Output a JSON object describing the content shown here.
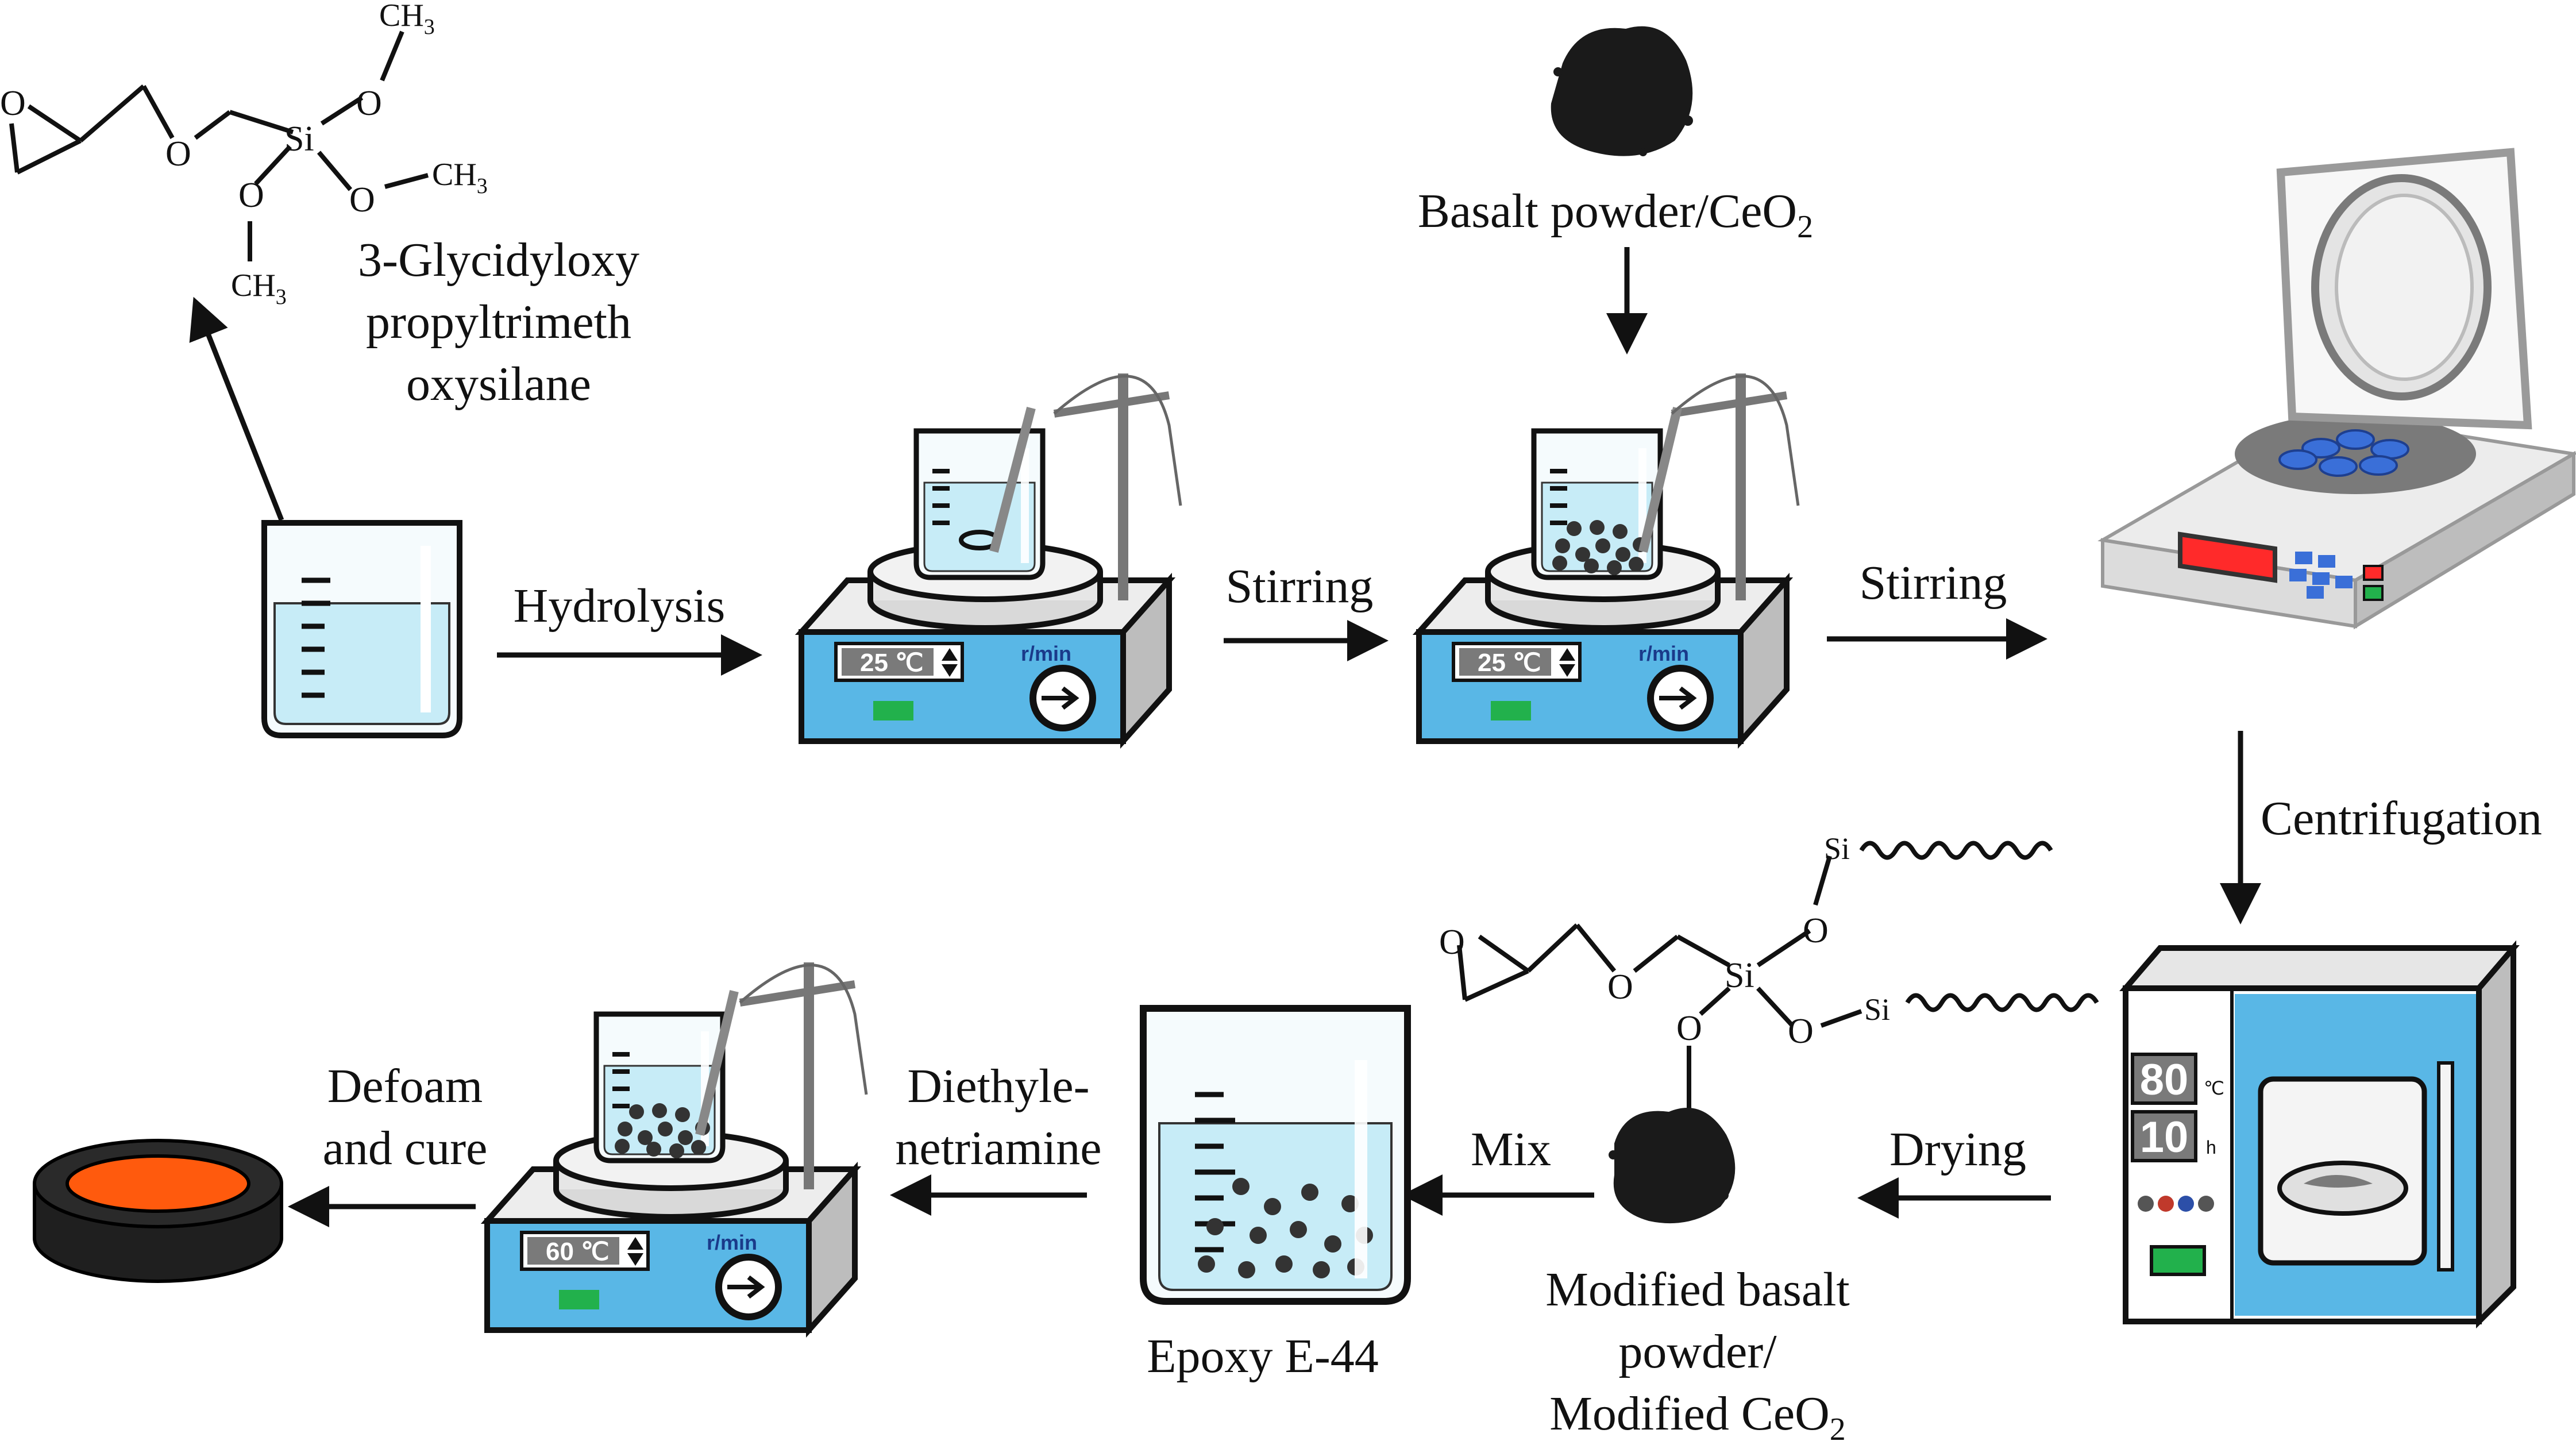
{
  "colors": {
    "liquid": "#c7ecf7",
    "panel": "#59b7e6",
    "display": "#7a7a7a",
    "particle": "#333333",
    "powder": "#1a1a1a",
    "mold_fill": "#ff5a0d",
    "led_green": "#22b14c",
    "centrifuge_screen": "#ff2a2a",
    "centrifuge_keys": "#3a6fd8"
  },
  "silane": {
    "name_lines": [
      "3-Glycidyloxy",
      "propyltrimeth",
      "oxysilane"
    ],
    "atoms": {
      "o": "O",
      "si": "Si",
      "ch3": "CH",
      "ch3_sub": "3"
    }
  },
  "steps": {
    "hydrolysis": "Hydrolysis",
    "stirring_1": "Stirring",
    "stirring_2": "Stirring",
    "centrifugation": "Centrifugation",
    "drying": "Drying",
    "mix": "Mix",
    "diethylenetriamine_lines": [
      "Diethyle-",
      "netriamine"
    ],
    "defoam_lines": [
      "Defoam",
      "and cure"
    ]
  },
  "materials": {
    "basalt_powder": {
      "main": "Basalt powder/CeO",
      "sub": "2"
    },
    "modified_lines": [
      "Modified basalt",
      "powder/"
    ],
    "modified_ceo2": {
      "main": "Modified CeO",
      "sub": "2"
    },
    "epoxy": "Epoxy E-44"
  },
  "modified_structure": {
    "o": "O",
    "si": "Si"
  },
  "stirrer_1": {
    "temp": "25 ℃",
    "speed_unit": "r/min"
  },
  "stirrer_2": {
    "temp": "25 ℃",
    "speed_unit": "r/min"
  },
  "stirrer_3": {
    "temp": "60 ℃",
    "speed_unit": "r/min"
  },
  "oven": {
    "temperature": "80",
    "temp_unit": "℃",
    "time": "10",
    "time_unit": "h"
  }
}
